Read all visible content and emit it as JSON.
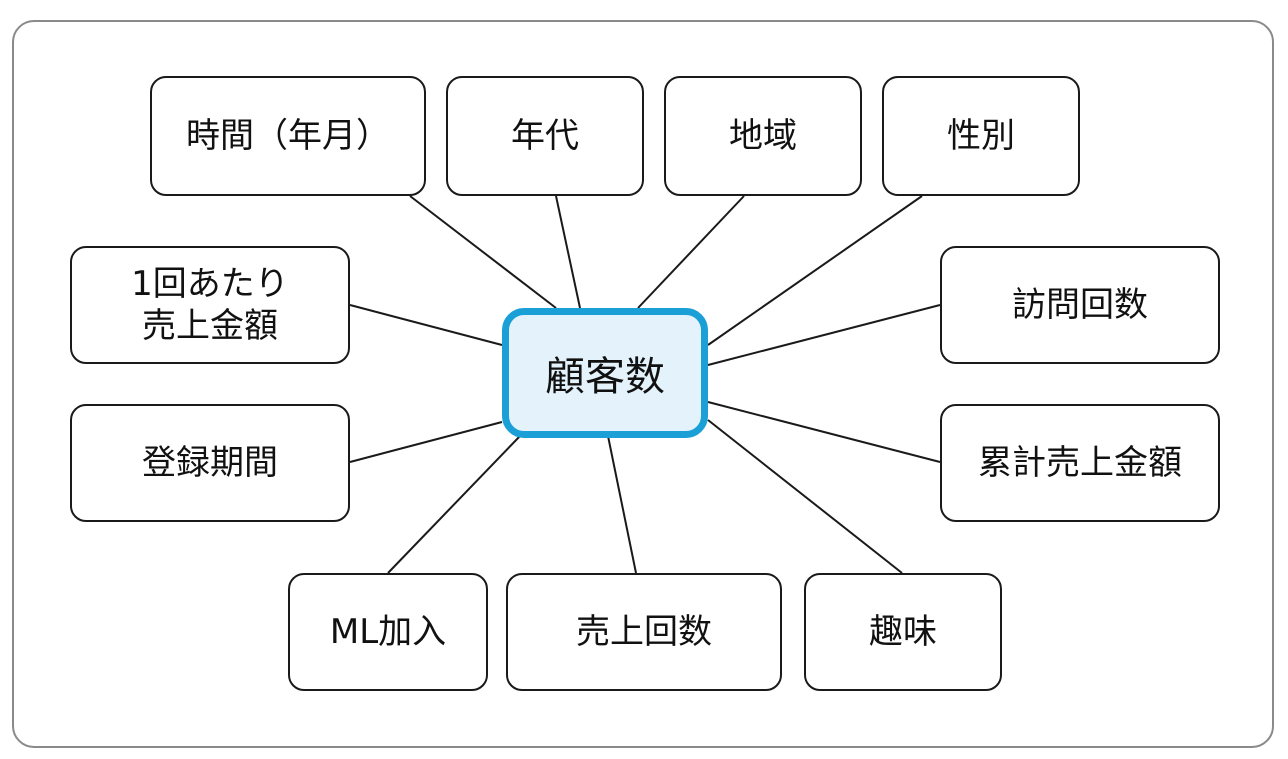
{
  "center": {
    "label": "顧客数",
    "border_color": "#1aa0d6",
    "fill_color": "#e3f2fb"
  },
  "nodes": [
    {
      "id": "time",
      "label": "時間（年月）"
    },
    {
      "id": "age",
      "label": "年代"
    },
    {
      "id": "region",
      "label": "地域"
    },
    {
      "id": "gender",
      "label": "性別"
    },
    {
      "id": "per-sale",
      "label": "1回あたり\n売上金額"
    },
    {
      "id": "visits",
      "label": "訪問回数"
    },
    {
      "id": "reg-period",
      "label": "登録期間"
    },
    {
      "id": "cum-sales",
      "label": "累計売上金額"
    },
    {
      "id": "ml-join",
      "label": "ML加入"
    },
    {
      "id": "sales-count",
      "label": "売上回数"
    },
    {
      "id": "hobby",
      "label": "趣味"
    }
  ]
}
